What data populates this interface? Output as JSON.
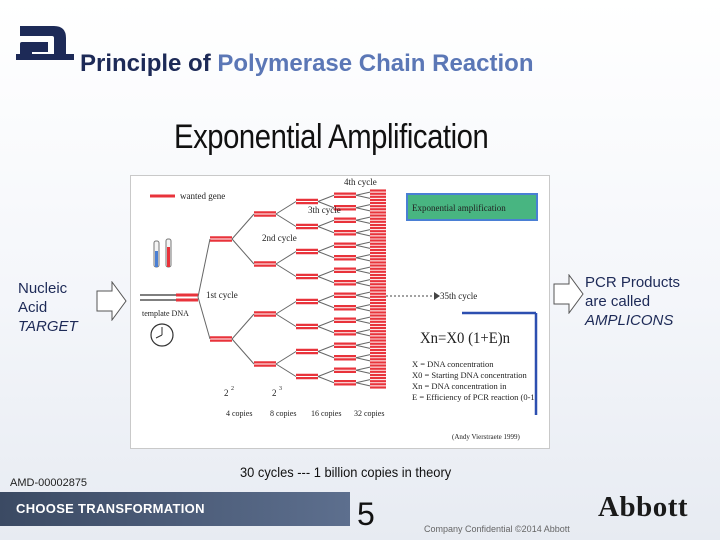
{
  "header": {
    "title_prefix": "Principle of ",
    "title_highlight": "Polymerase Chain Reaction"
  },
  "figure": {
    "heading": "Exponential Amplification",
    "legend_wanted_gene": "wanted gene",
    "template_label": "template DNA",
    "cycle_labels": [
      "1st cycle",
      "2nd cycle",
      "3th cycle",
      "4th cycle",
      "35th cycle"
    ],
    "copies_labels": [
      "2",
      "4 copies",
      "8 copies",
      "16 copies",
      "32 copies"
    ],
    "power_labels": [
      "2",
      "2",
      "3"
    ],
    "box_label": "Exponential amplification",
    "formula": "Xn=X0 (1+E)n",
    "definitions": [
      "X = DNA concentration",
      "X0 = Starting DNA concentration",
      "Xn = DNA concentration in",
      "E = Efficiency of PCR reaction (0-1"
    ],
    "credit": "(Andy Vierstraete 1999)"
  },
  "left_label": {
    "line1": "Nucleic",
    "line2": "Acid",
    "line3": "TARGET"
  },
  "right_label": {
    "line1": "PCR Products",
    "line2": "are called",
    "line3": "AMPLICONS"
  },
  "caption": "30 cycles --- 1 billion copies in theory",
  "doc_id": "AMD-00002875",
  "footer": {
    "slogan": "CHOOSE TRANSFORMATION",
    "page_number": "5",
    "confidential": "Company Confidential ©2014 Abbott",
    "brand": "Abbott"
  },
  "colors": {
    "title_dark": "#1d2a57",
    "title_highlight": "#5b77b6",
    "strand_red": "#e8333b",
    "box_green": "#48b581",
    "box_blue": "#4a7fd4",
    "footer_bar": "#46566f"
  }
}
